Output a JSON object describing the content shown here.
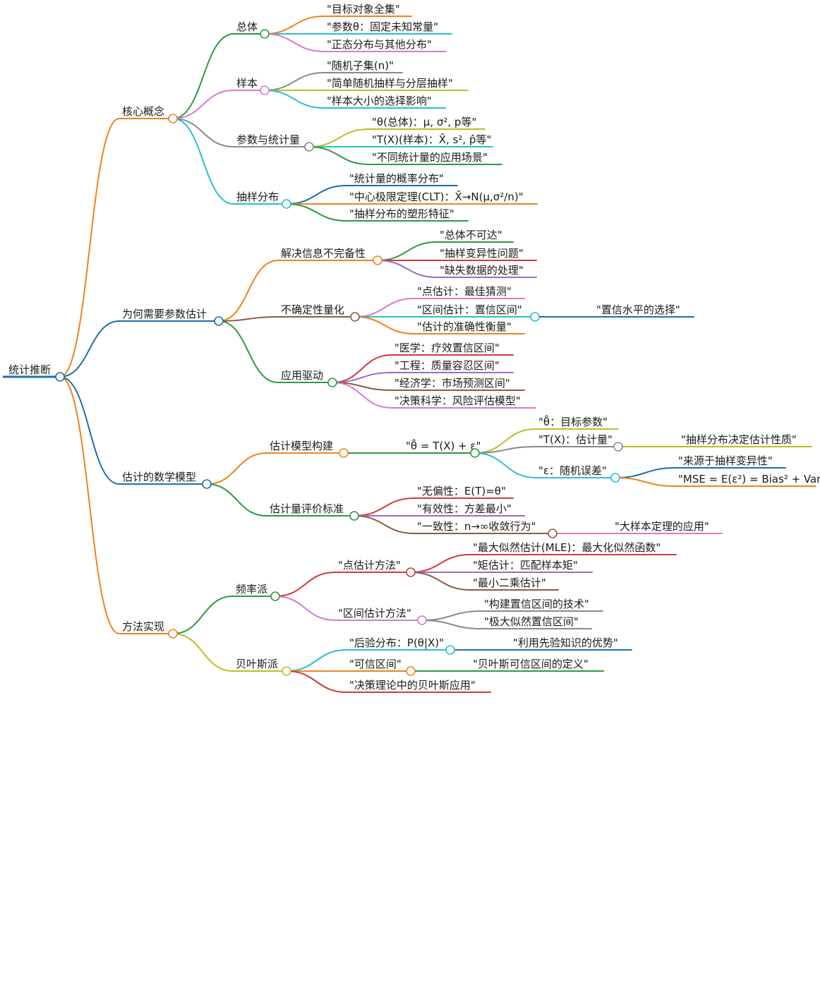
{
  "root": {
    "label": "统计推断",
    "color": "#1f6fa8"
  },
  "branches": [
    {
      "label": "核心概念",
      "color": "#f0831f",
      "children": [
        {
          "label": "总体",
          "color": "#2e9a3e",
          "children": [
            {
              "label": "\"目标对象全集\"",
              "color": "#f0831f"
            },
            {
              "label": "\"参数θ：固定未知常量\"",
              "color": "#2bbed0"
            },
            {
              "label": "\"正态分布与其他分布\"",
              "color": "#d47ccc"
            }
          ]
        },
        {
          "label": "样本",
          "color": "#d47ccc",
          "children": [
            {
              "label": "\"随机子集(n)\"",
              "color": "#8a8a8a"
            },
            {
              "label": "\"简单随机抽样与分层抽样\"",
              "color": "#bdbd2a"
            },
            {
              "label": "\"样本大小的选择影响\"",
              "color": "#2bbed0"
            }
          ]
        },
        {
          "label": "参数与统计量",
          "color": "#8a8a8a",
          "children": [
            {
              "label": "\"θ(总体)：μ, σ², p等\"",
              "color": "#bdbd2a"
            },
            {
              "label": "\"T(X)(样本)：X̄, s², p̂等\"",
              "color": "#2bbed0"
            },
            {
              "label": "\"不同统计量的应用场景\"",
              "color": "#2e9a3e"
            }
          ]
        },
        {
          "label": "抽样分布",
          "color": "#2bbed0",
          "children": [
            {
              "label": "\"统计量的概率分布\"",
              "color": "#1f6fa8"
            },
            {
              "label": "\"中心极限定理(CLT)：X̄→N(μ,σ²/n)\"",
              "color": "#f0831f"
            },
            {
              "label": "\"抽样分布的塑形特征\"",
              "color": "#2e9a3e"
            }
          ]
        }
      ]
    },
    {
      "label": "为何需要参数估计",
      "color": "#1f6fa8",
      "children": [
        {
          "label": "解决信息不完备性",
          "color": "#f0831f",
          "children": [
            {
              "label": "\"总体不可达\"",
              "color": "#2e9a3e"
            },
            {
              "label": "\"抽样变异性问题\"",
              "color": "#d03a3a"
            },
            {
              "label": "\"缺失数据的处理\"",
              "color": "#9b6cc4"
            }
          ]
        },
        {
          "label": "不确定性量化",
          "color": "#8c5a46",
          "children": [
            {
              "label": "\"点估计：最佳猜测\"",
              "color": "#d47ccc"
            },
            {
              "label": "\"区间估计：置信区间\"",
              "color": "#2bbed0",
              "children": [
                {
                  "label": "\"置信水平的选择\"",
                  "color": "#1f6fa8"
                }
              ]
            },
            {
              "label": "\"估计的准确性衡量\"",
              "color": "#f0831f"
            }
          ]
        },
        {
          "label": "应用驱动",
          "color": "#2e9a3e",
          "children": [
            {
              "label": "\"医学：疗效置信区间\"",
              "color": "#d03a3a"
            },
            {
              "label": "\"工程：质量容忍区间\"",
              "color": "#9b6cc4"
            },
            {
              "label": "\"经济学：市场预测区间\"",
              "color": "#8c5a46"
            },
            {
              "label": "\"决策科学：风险评估模型\"",
              "color": "#d47ccc"
            }
          ]
        }
      ]
    },
    {
      "label": "估计的数学模型",
      "color": "#1f6fa8",
      "children": [
        {
          "label": "估计模型构建",
          "color": "#f0831f",
          "children": [
            {
              "label": "\"θ̂ = T(X) + ε\"",
              "color": "#2e9a3e",
              "children": [
                {
                  "label": "\"θ̂：目标参数\"",
                  "color": "#bdbd2a"
                },
                {
                  "label": "\"T(X)：估计量\"",
                  "color": "#8a8a8a",
                  "children": [
                    {
                      "label": "\"抽样分布决定估计性质\"",
                      "color": "#bdbd2a"
                    }
                  ]
                },
                {
                  "label": "\"ε：随机误差\"",
                  "color": "#2bbed0",
                  "children": [
                    {
                      "label": "\"来源于抽样变异性\"",
                      "color": "#1f6fa8"
                    },
                    {
                      "label": "\"MSE = E(ε²) = Bias² + Var\"",
                      "color": "#f0831f"
                    }
                  ]
                }
              ]
            }
          ]
        },
        {
          "label": "估计量评价标准",
          "color": "#2e9a3e",
          "children": [
            {
              "label": "\"无偏性：E(T)=θ\"",
              "color": "#d03a3a"
            },
            {
              "label": "\"有效性：方差最小\"",
              "color": "#9b6cc4"
            },
            {
              "label": "\"一致性：n→∞收敛行为\"",
              "color": "#8c5a46",
              "children": [
                {
                  "label": "\"大样本定理的应用\"",
                  "color": "#d47ccc"
                }
              ]
            }
          ]
        }
      ]
    },
    {
      "label": "方法实现",
      "color": "#f0831f",
      "children": [
        {
          "label": "频率派",
          "color": "#2e9a3e",
          "children": [
            {
              "label": "\"点估计方法\"",
              "color": "#d03a3a",
              "children": [
                {
                  "label": "\"最大似然估计(MLE)：最大化似然函数\"",
                  "color": "#d03a3a"
                },
                {
                  "label": "\"矩估计：匹配样本矩\"",
                  "color": "#9b6cc4"
                },
                {
                  "label": "\"最小二乘估计\"",
                  "color": "#8c5a46"
                }
              ]
            },
            {
              "label": "\"区间估计方法\"",
              "color": "#d47ccc",
              "children": [
                {
                  "label": "\"构建置信区间的技术\"",
                  "color": "#8a8a8a"
                },
                {
                  "label": "\"极大似然置信区间\"",
                  "color": "#8a8a8a"
                }
              ]
            }
          ]
        },
        {
          "label": "贝叶斯派",
          "color": "#bdbd2a",
          "children": [
            {
              "label": "\"后验分布：P(θ|X)\"",
              "color": "#2bbed0",
              "children": [
                {
                  "label": "\"利用先验知识的优势\"",
                  "color": "#1f6fa8"
                }
              ]
            },
            {
              "label": "\"可信区间\"",
              "color": "#f0831f",
              "children": [
                {
                  "label": "\"贝叶斯可信区间的定义\"",
                  "color": "#2e9a3e"
                }
              ]
            },
            {
              "label": "\"决策理论中的贝叶斯应用\"",
              "color": "#d03a3a"
            }
          ]
        }
      ]
    }
  ]
}
